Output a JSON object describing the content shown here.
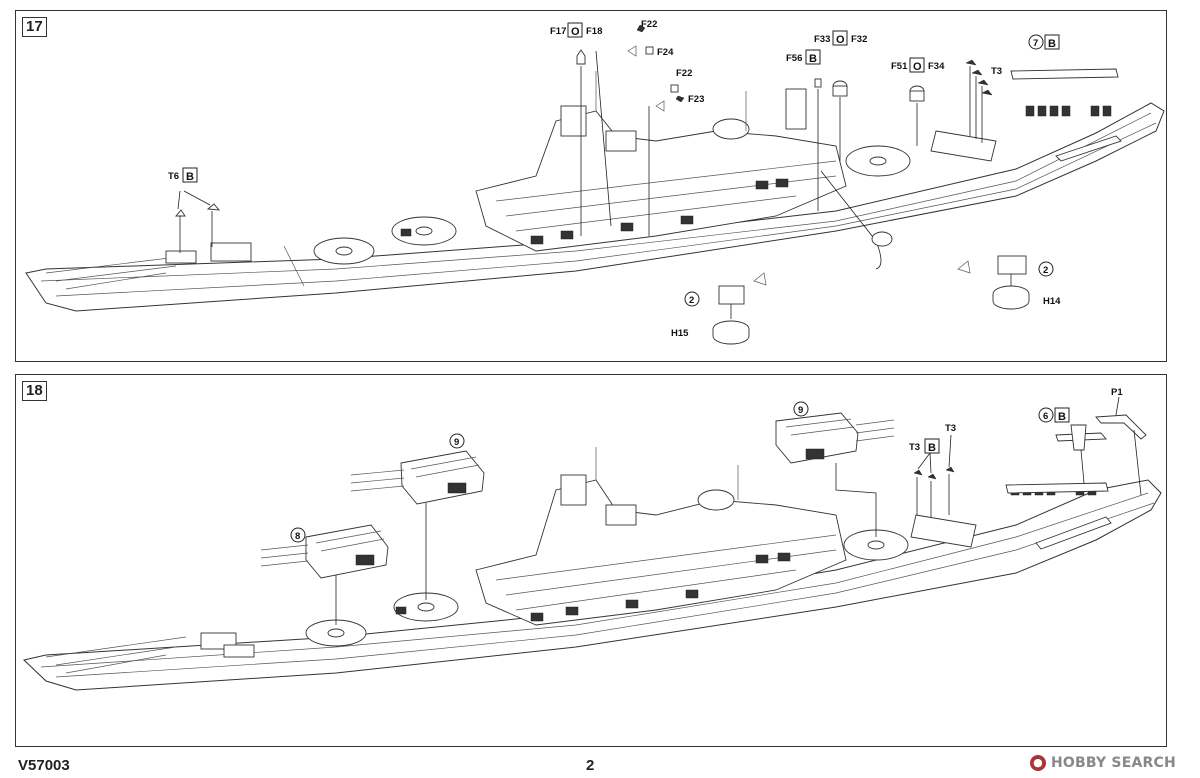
{
  "steps": [
    {
      "number": "17",
      "callouts": {
        "f17": "F17",
        "f18": "F18",
        "f22a": "F22",
        "f24": "F24",
        "f22b": "F22",
        "f23": "F23",
        "f56": "F56",
        "f33": "F33",
        "f32": "F32",
        "f51": "F51",
        "f34": "F34",
        "t3": "T3",
        "t6": "T6",
        "h15": "H15",
        "h14": "H14"
      },
      "boxes": {
        "o1": "O",
        "o2": "O",
        "o3": "O",
        "b1": "B",
        "b2": "B",
        "b3": "B"
      },
      "circles": {
        "c7": "7",
        "c2a": "2",
        "c2b": "2"
      }
    },
    {
      "number": "18",
      "callouts": {
        "p1": "P1",
        "t3a": "T3",
        "t3b": "T3"
      },
      "boxes": {
        "b1": "B",
        "b2": "B"
      },
      "circles": {
        "c8": "8",
        "c9a": "9",
        "c9b": "9",
        "c6": "6"
      }
    }
  ],
  "footer": {
    "code": "V57003",
    "page": "2",
    "watermark": "HOBBY SEARCH"
  },
  "colors": {
    "line": "#333333",
    "watermark": "#888888"
  }
}
